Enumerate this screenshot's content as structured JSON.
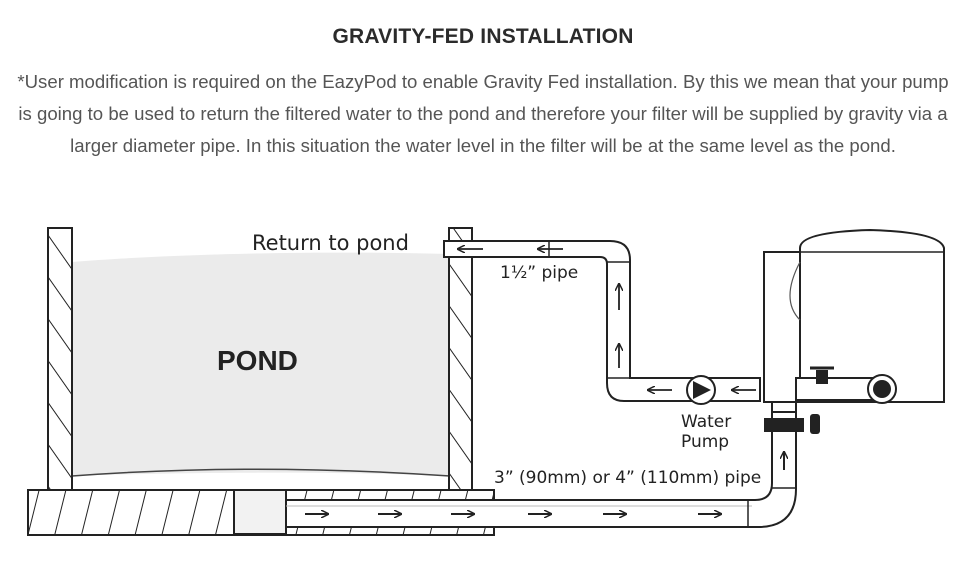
{
  "header": {
    "title": "GRAVITY-FED INSTALLATION",
    "description": "*User modification is required on the EazyPod to enable Gravity Fed installation. By this we mean that your pump is going to be used to return the filtered water to the pond and therefore your filter will be supplied by gravity via a larger diameter pipe. In this situation the water level in the filter will be at the same level as the pond."
  },
  "diagram": {
    "pond_label": "POND",
    "return_label": "Return to pond",
    "small_pipe_label": "1½” pipe",
    "pump_label_line1": "Water",
    "pump_label_line2": "Pump",
    "large_pipe_label": "3” (90mm) or 4” (110mm) pipe"
  }
}
